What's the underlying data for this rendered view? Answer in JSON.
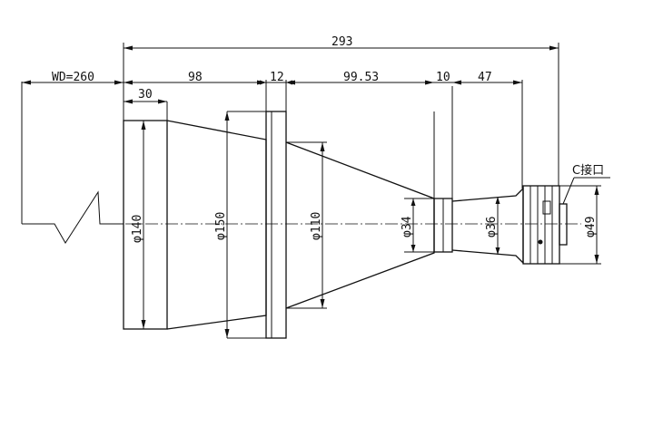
{
  "drawing": {
    "working_distance_label": "WD=260",
    "dimensions": {
      "total_length": "293",
      "front_section": "98",
      "flange": "12",
      "taper_section": "99.53",
      "neck": "10",
      "rear_section": "47",
      "front_lip": "30"
    },
    "diameters": {
      "front": "φ140",
      "flange": "φ150",
      "taper_start": "φ110",
      "neck": "φ34",
      "barrel": "φ36",
      "mount": "φ49"
    },
    "mount_label": "C接口"
  }
}
